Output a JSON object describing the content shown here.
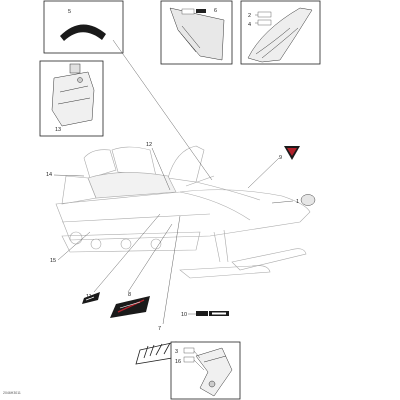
{
  "diagram": {
    "drawing_code": "2046H3011",
    "callouts": {
      "c1": "1",
      "c2": "2",
      "c3": "3",
      "c4": "4",
      "c5": "5",
      "c6": "6",
      "c7": "7",
      "c8": "8",
      "c9": "9",
      "c10": "10",
      "c11": "11",
      "c12": "12",
      "c13": "13",
      "c14": "14",
      "c15": "15",
      "c16": "16"
    }
  },
  "colors": {
    "line": "#222222",
    "sled": "#aaaaaa",
    "decal_dark": "#1a1a1a",
    "decal_red": "#b0202a"
  }
}
